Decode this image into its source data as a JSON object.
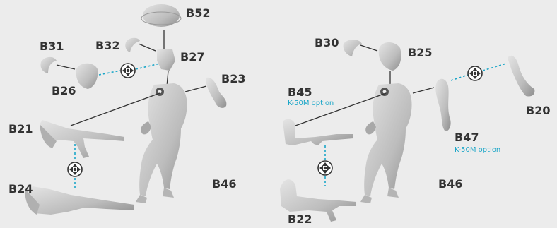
{
  "colors": {
    "background": "#ececec",
    "label": "#333333",
    "accent": "#1aa6c8",
    "part": "#c8c8c8",
    "part_shadow": "#9a9a9a"
  },
  "left_assembly": {
    "labels": {
      "b52": "B52",
      "b31": "B31",
      "b32": "B32",
      "b27": "B27",
      "b26": "B26",
      "b23": "B23",
      "b21": "B21",
      "b24": "B24",
      "b46": "B46"
    }
  },
  "right_assembly": {
    "labels": {
      "b30": "B30",
      "b25": "B25",
      "b45": "B45",
      "b47": "B47",
      "b20": "B20",
      "b22": "B22",
      "b46": "B46"
    },
    "notes": {
      "b45_option": "K-50M option",
      "b47_option": "K-50M option"
    }
  },
  "icons": [
    "swap-option-icon",
    "swap-option-icon",
    "swap-option-icon"
  ]
}
